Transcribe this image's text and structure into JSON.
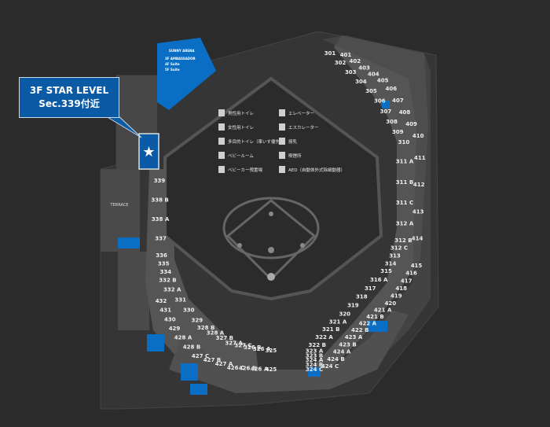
{
  "callout": {
    "line1": "3F STAR LEVEL",
    "line2": "Sec.339付近"
  },
  "terrace_label": "TERRACE",
  "infobox": {
    "title": "SUNNY ARENA",
    "rows": [
      "3F AMBASSADOR",
      "4F Suite",
      "5F Suite"
    ]
  },
  "legend": [
    {
      "icon": "mens-restroom-icon",
      "label": "男性用トイレ"
    },
    {
      "icon": "elevator-icon",
      "label": "エレベーター"
    },
    {
      "icon": "womens-restroom-icon",
      "label": "女性用トイレ"
    },
    {
      "icon": "escalator-icon",
      "label": "エスカレーター"
    },
    {
      "icon": "accessible-restroom-icon",
      "label": "多目的トイレ（車いす優先）"
    },
    {
      "icon": "nursing-room-icon",
      "label": "授乳"
    },
    {
      "icon": "baby-room-icon",
      "label": "ベビールーム"
    },
    {
      "icon": "smoking-area-icon",
      "label": "喫煙所"
    },
    {
      "icon": "stroller-storage-icon",
      "label": "ベビーカー預置場"
    },
    {
      "icon": "aed-icon",
      "label": "AED（自動体外式除細動器）"
    }
  ],
  "sections_left": [
    "339",
    "338 B",
    "338 A",
    "337",
    "336",
    "335",
    "334",
    "332 B",
    "332 A",
    "331",
    "330",
    "329",
    "328 B",
    "328 A",
    "327 B",
    "327 A",
    "327 C",
    "326 B",
    "326 A",
    "325"
  ],
  "sections_left_lower": [
    "432",
    "431",
    "430",
    "429",
    "428 A",
    "428 B",
    "427 C",
    "427 B",
    "427 A",
    "426 C",
    "426 B",
    "426 A",
    "425"
  ],
  "sections_right": [
    "301",
    "302",
    "303",
    "304",
    "305",
    "306",
    "307",
    "308",
    "309",
    "310",
    "311 A",
    "311 B",
    "311 C",
    "312 A",
    "312 B",
    "312 C",
    "313",
    "314",
    "315",
    "316 A",
    "317",
    "318",
    "319",
    "320",
    "321 A",
    "321 B",
    "322 A",
    "322 B",
    "323 A",
    "323 B",
    "324 A",
    "324 B",
    "324 C"
  ],
  "sections_right_upper": [
    "401",
    "402",
    "403",
    "404",
    "405",
    "406",
    "407",
    "408",
    "409",
    "410",
    "411",
    "412",
    "413",
    "414",
    "415",
    "416",
    "417",
    "418",
    "419",
    "420",
    "421 A",
    "421 B",
    "422 A",
    "422 B",
    "423 A",
    "423 B",
    "424 A",
    "424 B",
    "424 C"
  ],
  "highlight": {
    "color": "#0a5aa6",
    "star": "★"
  }
}
